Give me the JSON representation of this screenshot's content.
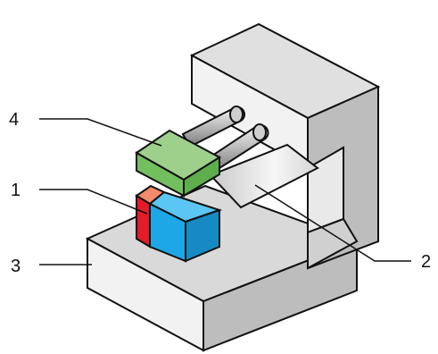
{
  "diagram": {
    "labels": {
      "one": "1",
      "two": "2",
      "three": "3",
      "four": "4"
    },
    "colors": {
      "frame_top": "#dcdcdc",
      "frame_front": "#f2f2f2",
      "frame_side": "#bdbdbd",
      "outline": "#111111",
      "green_top": "#9ed08c",
      "green_front": "#72bf5f",
      "blue_front": "#1ea7e6",
      "blue_top": "#5bc6f3",
      "red_front": "#e51b2a",
      "salmon_top": "#f28b6a",
      "rod": "#8f8f8f"
    }
  }
}
